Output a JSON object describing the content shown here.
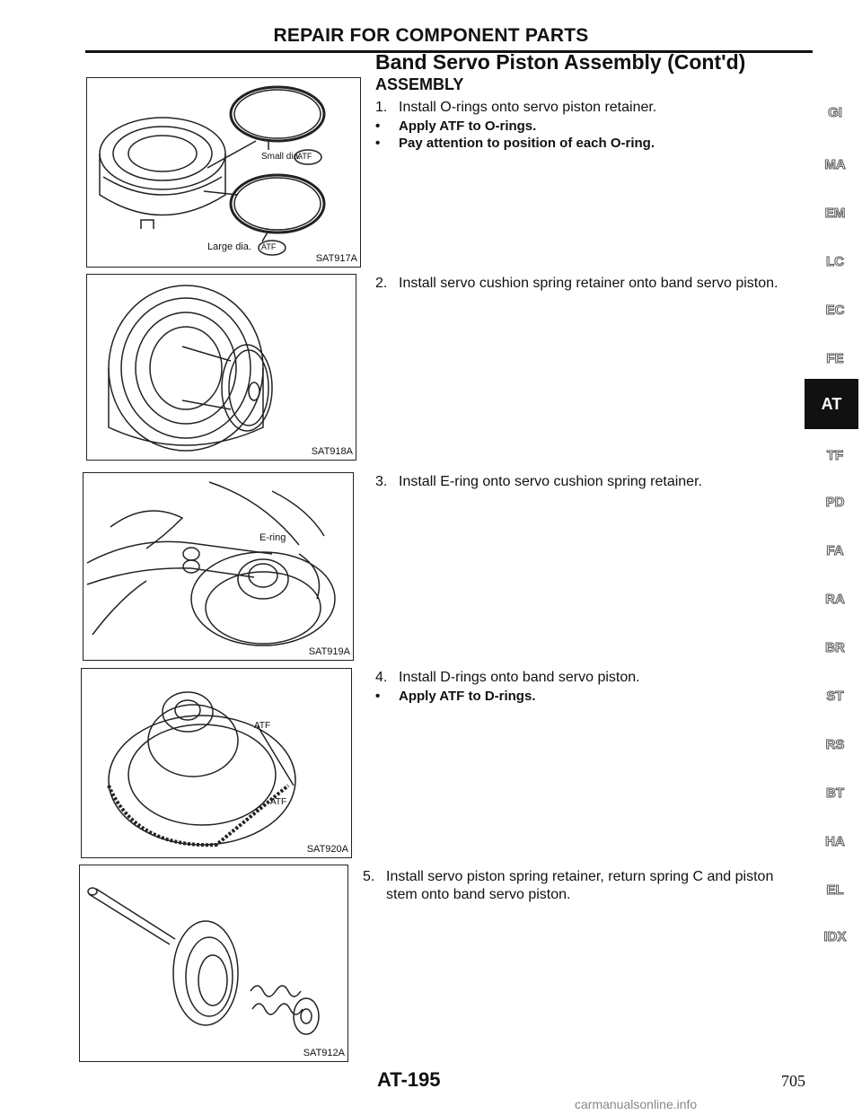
{
  "header": {
    "title": "REPAIR FOR COMPONENT PARTS"
  },
  "section": {
    "title": "Band Servo Piston Assembly (Cont'd)",
    "subtitle": "ASSEMBLY"
  },
  "steps": [
    {
      "num": "1.",
      "text": "Install O-rings onto servo piston retainer."
    },
    {
      "num": "2.",
      "text": "Install servo cushion spring retainer onto band servo piston."
    },
    {
      "num": "3.",
      "text": "Install E-ring onto servo cushion spring retainer."
    },
    {
      "num": "4.",
      "text": "Install D-rings onto band servo piston."
    },
    {
      "num": "5.",
      "text": "Install servo piston spring retainer, return spring C and piston",
      "text2": "stem onto band servo piston."
    }
  ],
  "bullets": {
    "step1": [
      "Apply ATF to O-rings.",
      "Pay attention to position of each O-ring."
    ],
    "step4": [
      "Apply ATF to D-rings."
    ]
  },
  "bullet_glyph": "•",
  "figures": [
    {
      "code": "SAT917A",
      "labels": {
        "small": "Small dia.",
        "large": "Large dia.",
        "atf": "ATF"
      }
    },
    {
      "code": "SAT918A"
    },
    {
      "code": "SAT919A",
      "labels": {
        "ering": "E-ring"
      }
    },
    {
      "code": "SAT920A",
      "labels": {
        "atf": "ATF"
      }
    },
    {
      "code": "SAT912A"
    }
  ],
  "side_tabs": [
    "GI",
    "MA",
    "EM",
    "LC",
    "EC",
    "FE",
    "AT",
    "TF",
    "PD",
    "FA",
    "RA",
    "BR",
    "ST",
    "RS",
    "BT",
    "HA",
    "EL",
    "IDX"
  ],
  "active_tab": "AT",
  "footer": {
    "page": "AT-195",
    "number": "705"
  },
  "watermark": "carmanualsonline.info"
}
